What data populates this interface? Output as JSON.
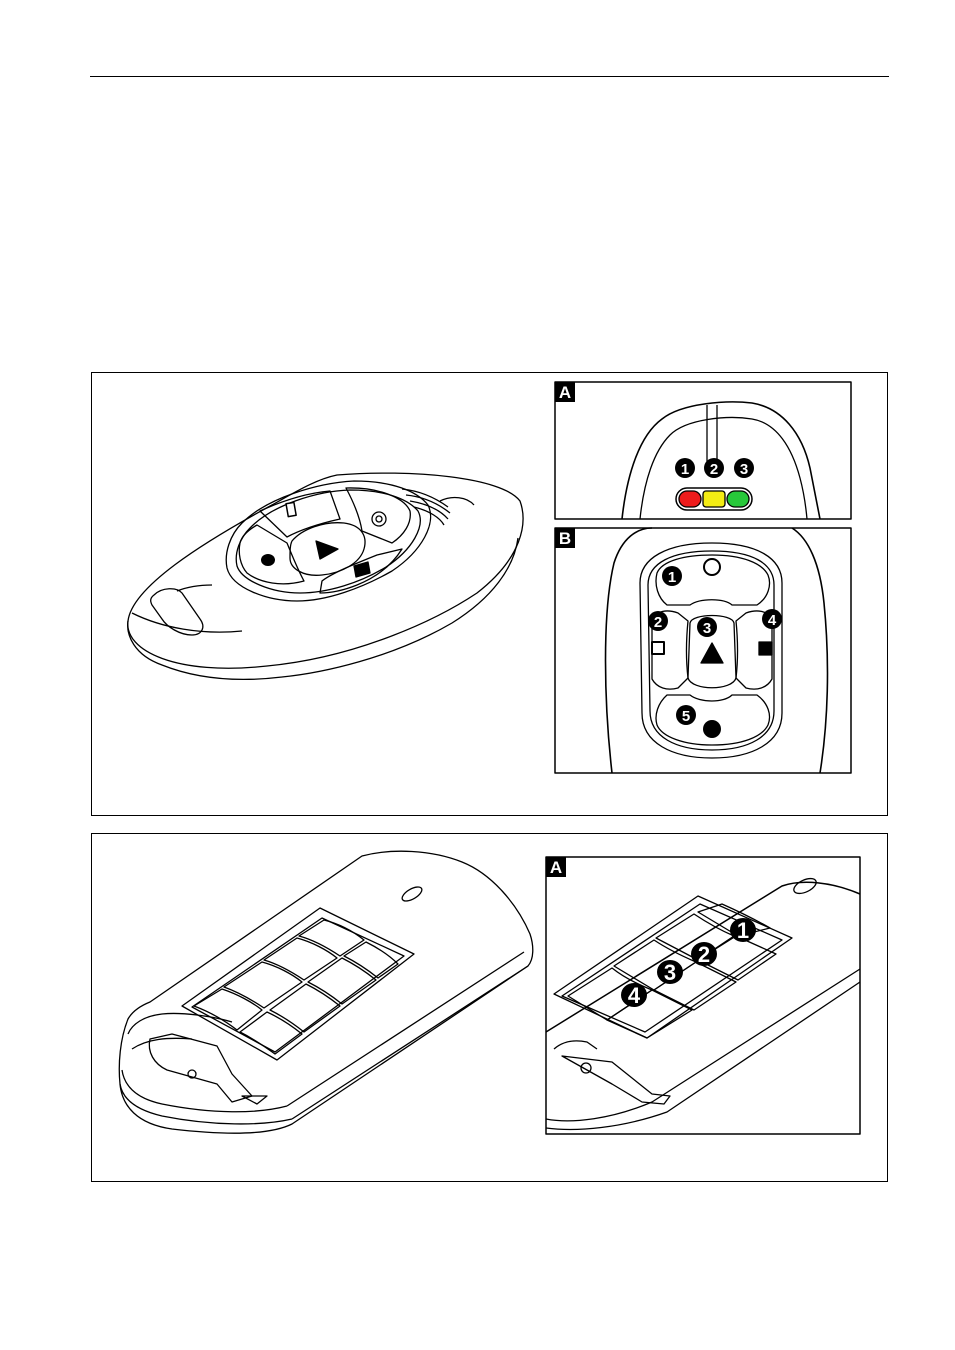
{
  "figure1": {
    "inset_a": {
      "letter": "A",
      "led_numbers": [
        "1",
        "2",
        "3"
      ],
      "led_colors": [
        "#ee1c1c",
        "#f4ec14",
        "#27c83a"
      ]
    },
    "inset_b": {
      "letter": "B",
      "button_numbers": [
        "1",
        "2",
        "3",
        "4",
        "5"
      ]
    }
  },
  "figure2": {
    "inset_a": {
      "letter": "A",
      "button_numbers": [
        "1",
        "2",
        "3",
        "4"
      ]
    }
  }
}
